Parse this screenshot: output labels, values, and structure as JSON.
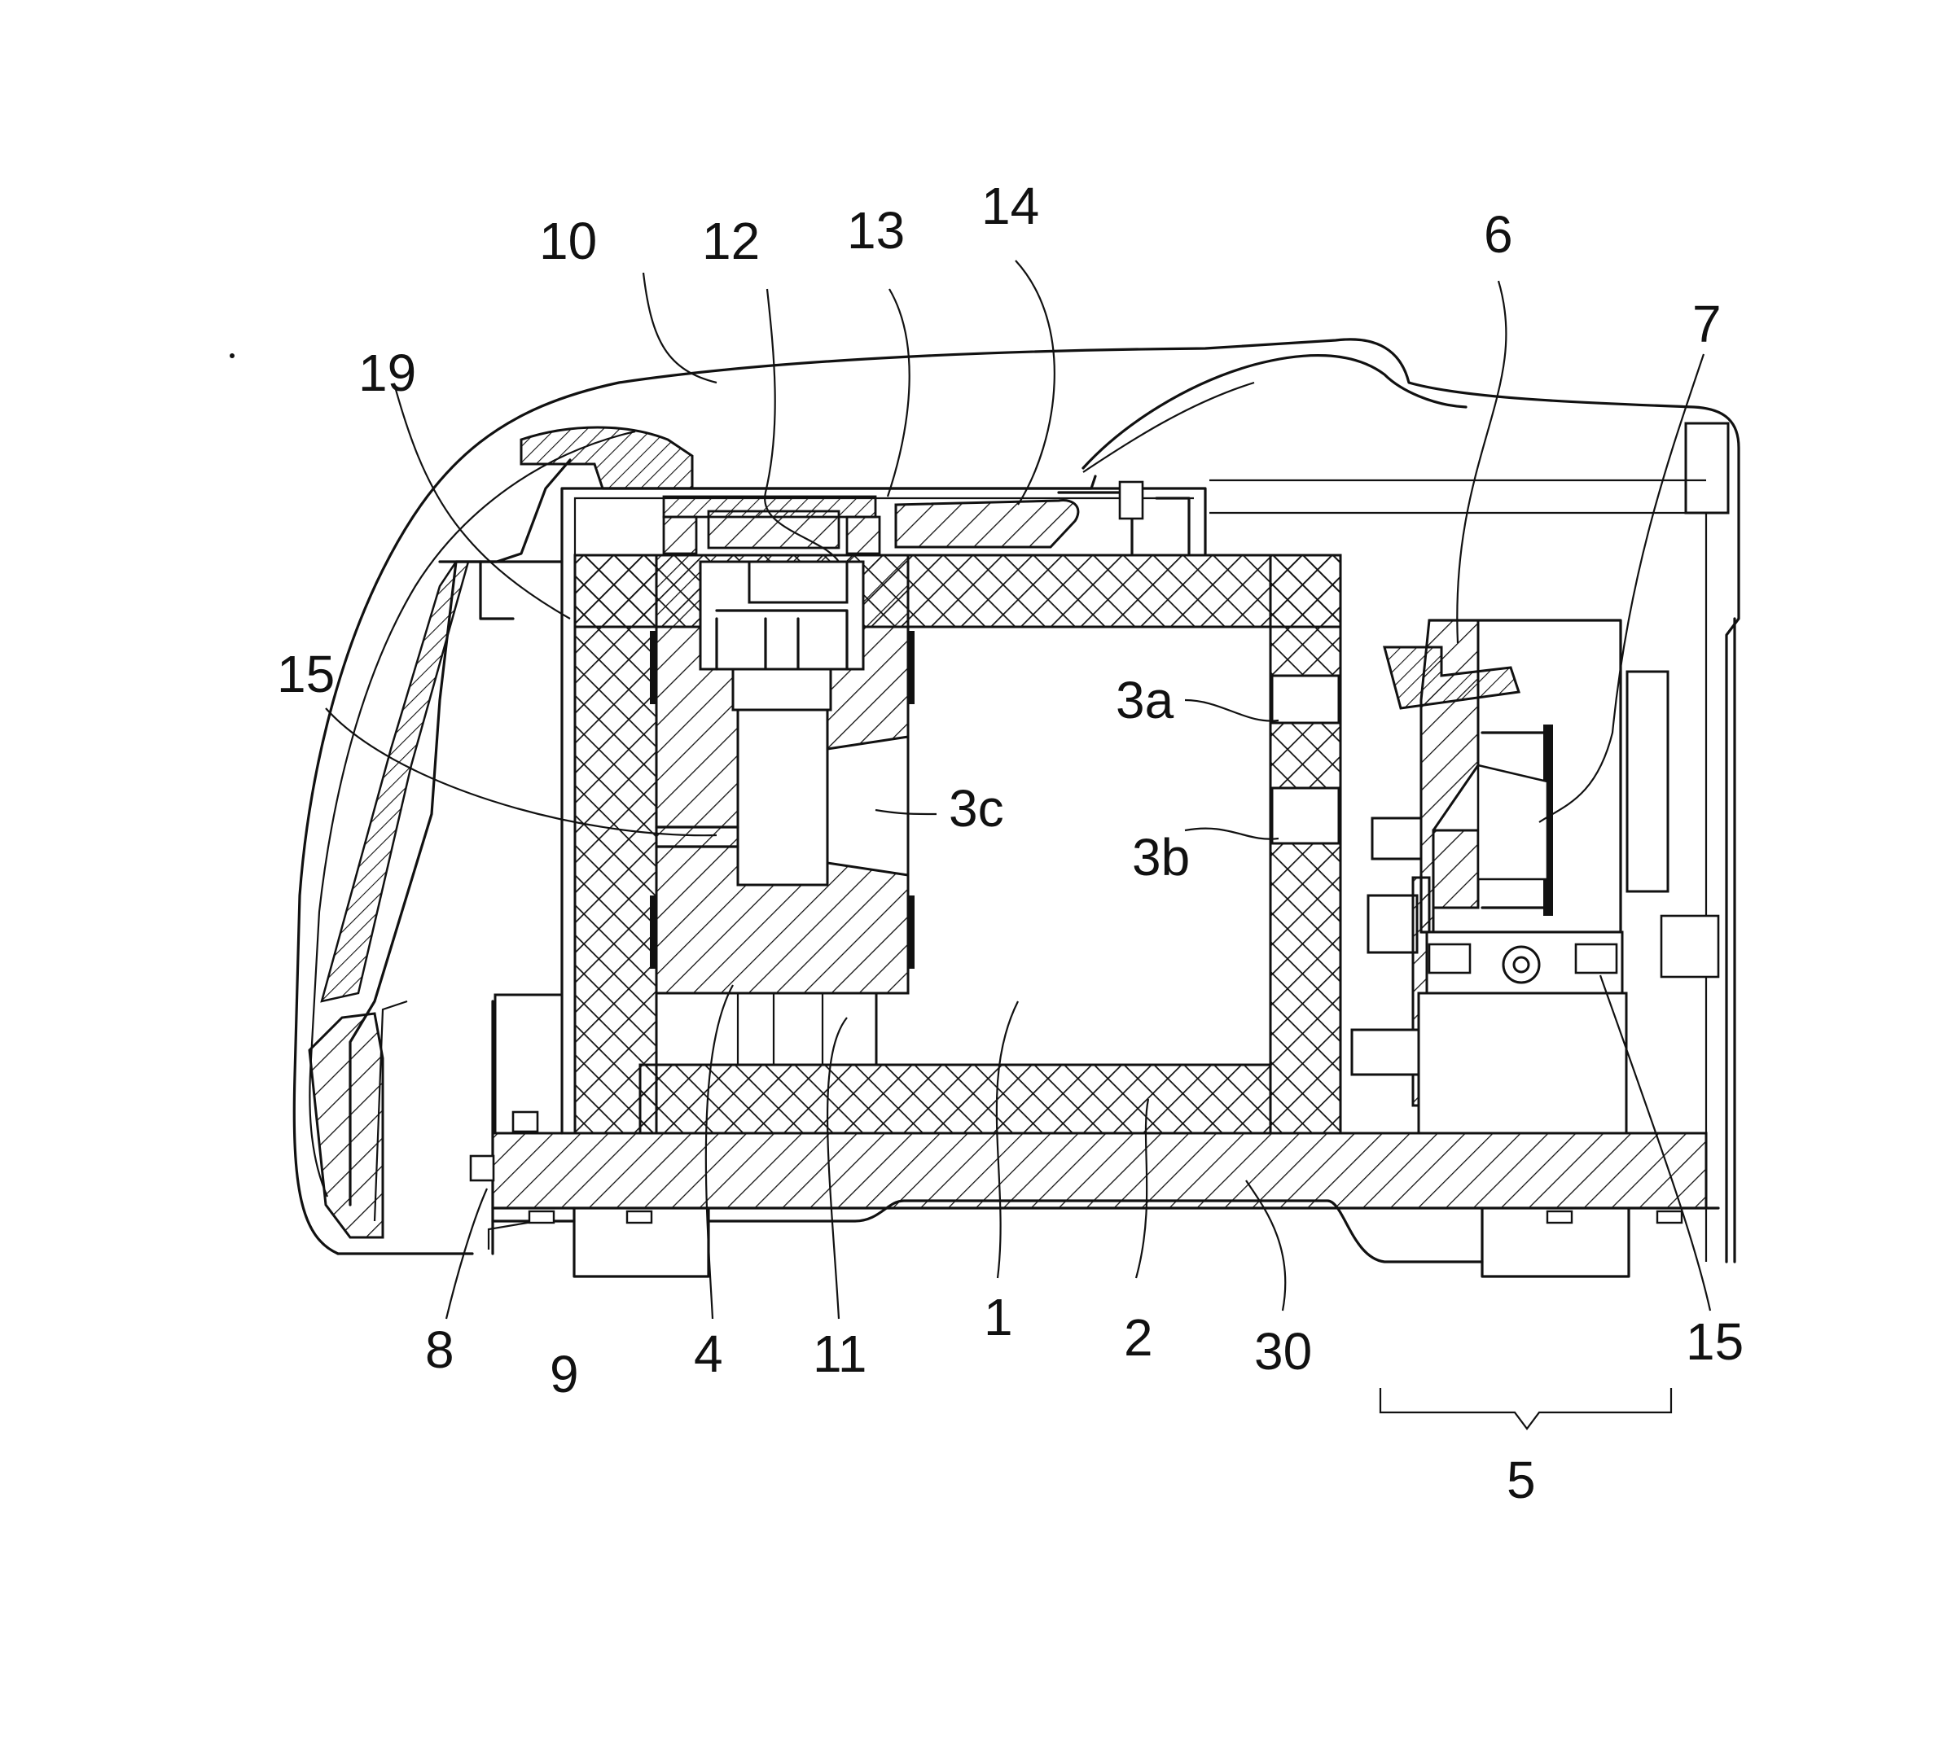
{
  "labels": {
    "n10": "10",
    "n12": "12",
    "n13": "13",
    "n14": "14",
    "n6": "6",
    "n7": "7",
    "n19": "19",
    "n15_left": "15",
    "n15_right": "15",
    "n3a": "3a",
    "n3b": "3b",
    "n3c": "3c",
    "n8": "8",
    "n9": "9",
    "n4": "4",
    "n11": "11",
    "n1": "1",
    "n2": "2",
    "n30": "30",
    "n5": "5"
  }
}
